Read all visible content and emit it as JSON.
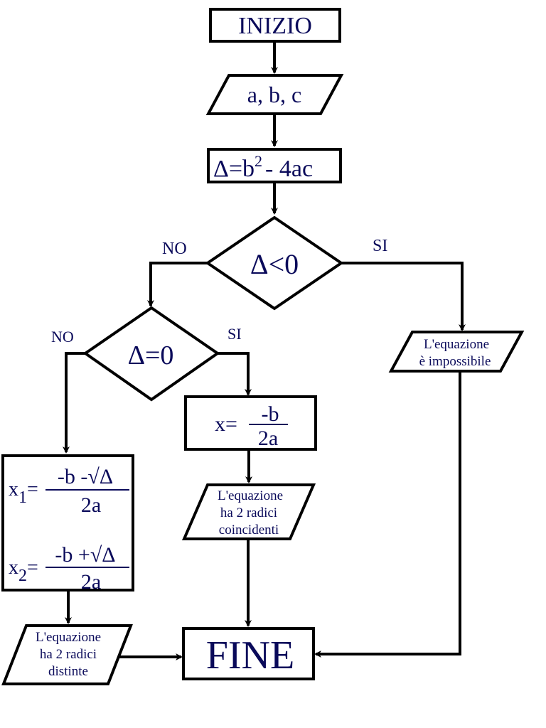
{
  "colors": {
    "text": "#0a0a5a",
    "stroke": "#000000",
    "background": "#ffffff"
  },
  "nodes": {
    "start": {
      "label": "INIZIO"
    },
    "input": {
      "label": "a, b, c"
    },
    "delta": {
      "prefix": "Δ=b",
      "exponent": "2",
      "suffix": "- 4ac"
    },
    "cond_negative": {
      "label": "Δ<0",
      "yes": "SI",
      "no": "NO"
    },
    "cond_zero": {
      "label": "Δ=0",
      "yes": "SI",
      "no": "NO"
    },
    "single_root": {
      "lhs": "x=",
      "numerator": "-b",
      "denominator": "2a"
    },
    "two_roots": {
      "x1": {
        "var": "x",
        "sub": "1",
        "eq": "=",
        "numerator": "-b -√Δ",
        "denominator": "2a"
      },
      "x2": {
        "var": "x",
        "sub": "2",
        "eq": "=",
        "numerator": "-b +√Δ",
        "denominator": "2a"
      }
    },
    "out_impossible": {
      "lines": [
        "L'equazione",
        "è impossibile"
      ]
    },
    "out_coincident": {
      "lines": [
        "L'equazione",
        "ha 2 radici",
        "coincidenti"
      ]
    },
    "out_distinct": {
      "lines": [
        "L'equazione",
        "ha 2 radici",
        "distinte"
      ]
    },
    "end": {
      "label": "FINE"
    }
  }
}
